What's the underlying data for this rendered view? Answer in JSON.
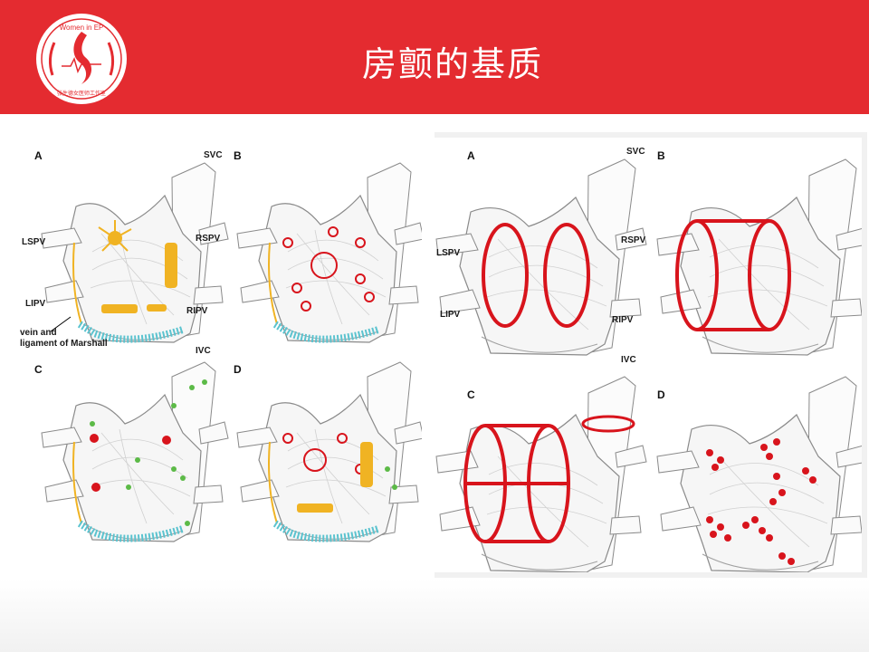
{
  "header": {
    "title": "房颤的基质",
    "logo_text_top": "Women in EP",
    "logo_text_bottom": "张生德女医师工作室"
  },
  "left_figure": {
    "panels": [
      "A",
      "B",
      "C",
      "D"
    ],
    "labels": {
      "svc": "SVC",
      "lspv": "LSPV",
      "rspv": "RSPV",
      "lipv": "LIPV",
      "ripv": "RIPV",
      "ivc": "IVC",
      "marshall_line1": "vein and",
      "marshall_line2": "ligament of Marshall"
    }
  },
  "right_figure": {
    "panels": [
      "A",
      "B",
      "C",
      "D"
    ],
    "labels": {
      "svc": "SVC",
      "lspv": "LSPV",
      "rspv": "RSPV",
      "lipv": "LIPV",
      "ripv": "RIPV",
      "ivc": "IVC"
    }
  },
  "colors": {
    "header_red": "#e42b30",
    "lesion_red": "#d8141c",
    "ganglia_orange": "#f0b323",
    "marshall_teal": "#5bc3cf",
    "trigger_green": "#5cba47"
  }
}
